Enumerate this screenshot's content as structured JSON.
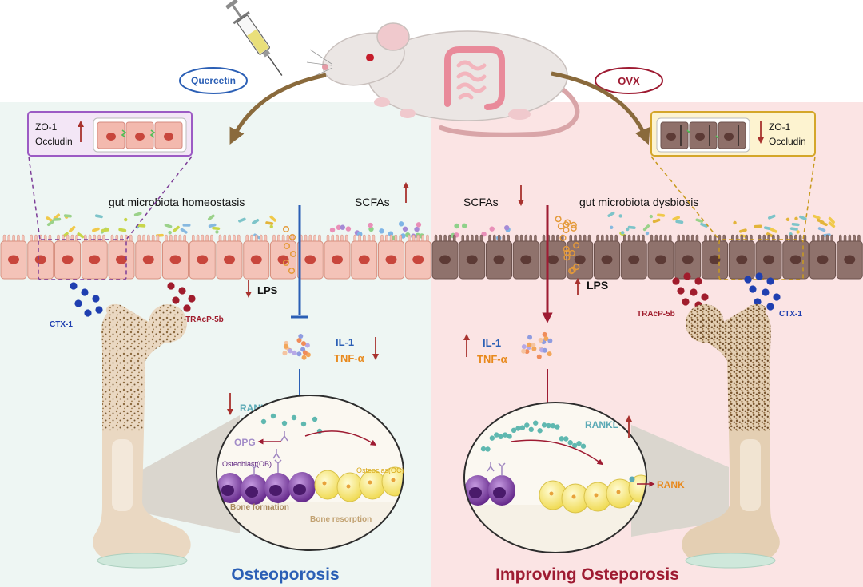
{
  "treatments": {
    "quercetin": "Quercetin",
    "ovx": "OVX"
  },
  "tight_junction_left": {
    "zo1": "ZO-1",
    "occludin": "Occludin"
  },
  "tight_junction_right": {
    "zo1": "ZO-1",
    "occludin": "Occludin"
  },
  "microbiota": {
    "left": "gut microbiota homeostasis",
    "right": "gut microbiota dysbiosis"
  },
  "scfas": {
    "left": "SCFAs",
    "right": "SCFAs"
  },
  "lps": {
    "left": "LPS",
    "right": "LPS"
  },
  "serum_markers": {
    "left_ctx1": "CTX-1",
    "left_tracp": "TRAcP-5b",
    "right_tracp": "TRAcP-5b",
    "right_ctx1": "CTX-1"
  },
  "cytokines_left": {
    "il1": "IL-1",
    "tnf": "TNF-α"
  },
  "cytokines_right": {
    "il1": "IL-1",
    "tnf": "TNF-α"
  },
  "bone_detail_left": {
    "rankl": "RANKL",
    "opg": "OPG",
    "osteoblast": "Osteoblast(OB)",
    "osteoclast": "Osteoclas(OC)",
    "formation": "Bone formation",
    "resorption": "Bone resorption"
  },
  "bone_detail_right": {
    "rankl": "RANKL",
    "rank": "RANK"
  },
  "titles": {
    "left": "Osteoporosis",
    "right": "Improving Osteporosis"
  },
  "colors": {
    "left_panel": "#eef6f3",
    "right_panel": "#fbe4e4",
    "blue": "#2b5fb5",
    "dark_red": "#9e1b32",
    "orange": "#e8891c",
    "teal": "#5aa9b5",
    "brown_arrow": "#8a6a3c"
  }
}
